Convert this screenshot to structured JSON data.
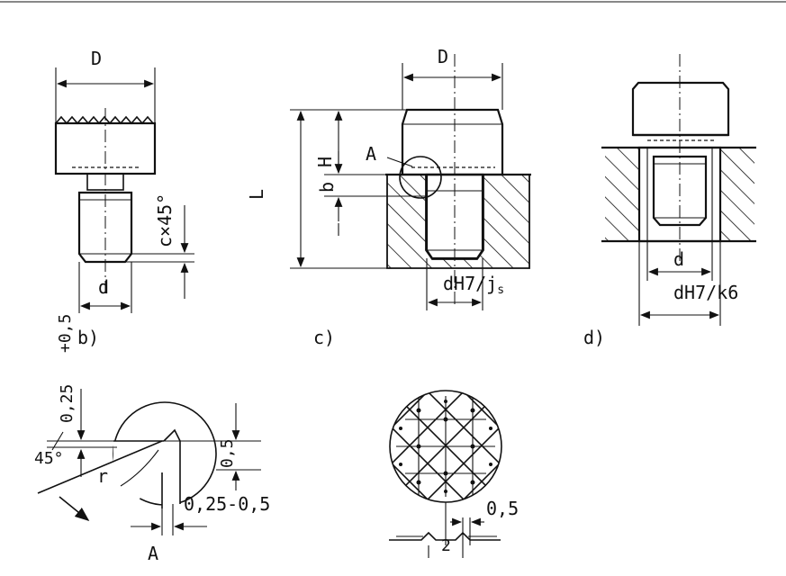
{
  "labels": {
    "b_D": "D",
    "b_d": "d",
    "b_chamfer": "c×45°",
    "b_panel": "b)",
    "b_tol": "+0,5",
    "c_D": "D",
    "c_L": "L",
    "c_H": "H",
    "c_b": "b",
    "c_A": "A",
    "c_fit": "dH7/j",
    "c_fit_sub": "s",
    "c_panel": "c)",
    "d_d": "d",
    "d_fit": "dH7/k6",
    "d_panel": "d)",
    "a_025": "0,25",
    "a_45": "45°",
    "a_r": "r",
    "a_05": "0,5",
    "a_range": "0,25-0,5",
    "a_A": "A",
    "k_05": "0,5",
    "k_2": "2"
  }
}
